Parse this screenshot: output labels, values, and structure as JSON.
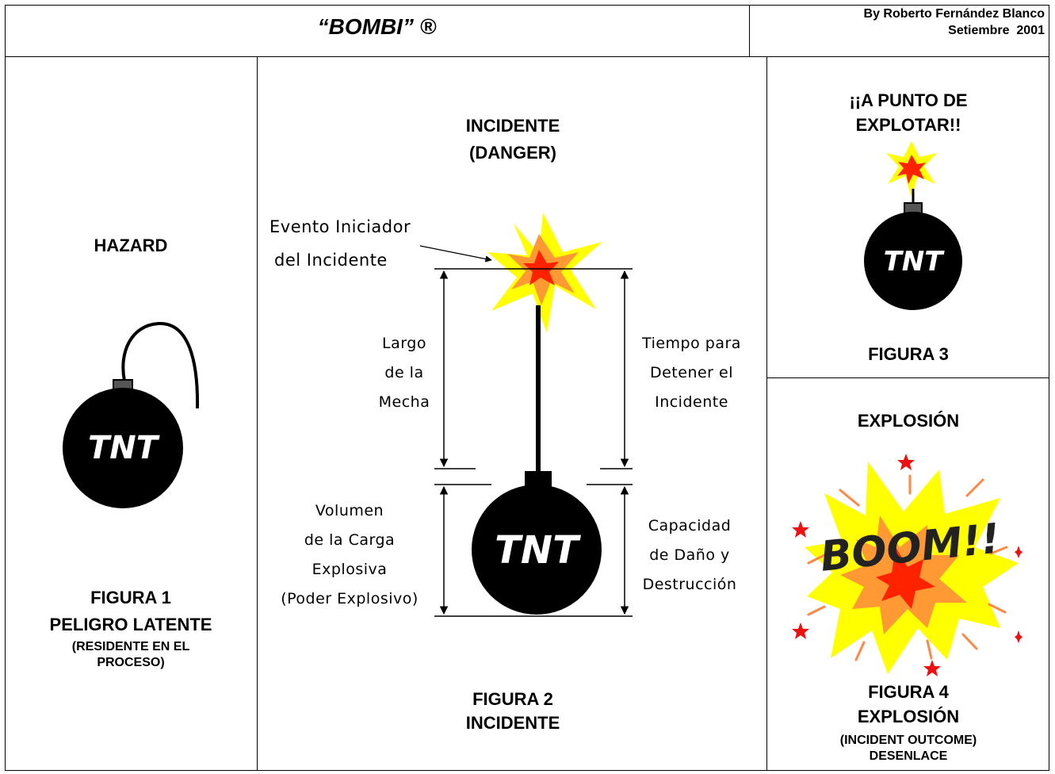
{
  "header": {
    "title": "“BOMBI” ®",
    "author": "By Roberto Fernández Blanco",
    "date": "Setiembre  2001"
  },
  "figure1": {
    "heading": "HAZARD",
    "bomb_label": "TNT",
    "caption_line1": "FIGURA 1",
    "caption_line2": "PELIGRO LATENTE",
    "caption_line3": "(RESIDENTE EN EL",
    "caption_line4": "PROCESO)"
  },
  "figure2": {
    "heading_line1": "INCIDENTE",
    "heading_line2": "(DANGER)",
    "event_line1": "Evento Iniciador",
    "event_line2": "del Incidente",
    "fuse_line1": "Largo",
    "fuse_line2": "de la",
    "fuse_line3": "Mecha",
    "time_line1": "Tiempo para",
    "time_line2": "Detener el",
    "time_line3": "Incidente",
    "charge_line1": "Volumen",
    "charge_line2": "de la Carga",
    "charge_line3": "Explosiva",
    "charge_line4": "(Poder Explosivo)",
    "damage_line1": "Capacidad",
    "damage_line2": "de Daño y",
    "damage_line3": "Destrucción",
    "bomb_label": "TNT",
    "caption_line1": "FIGURA 2",
    "caption_line2": "INCIDENTE"
  },
  "figure3": {
    "heading_line1": "¡¡A PUNTO DE",
    "heading_line2": "EXPLOTAR!!",
    "bomb_label": "TNT",
    "caption": "FIGURA 3"
  },
  "figure4": {
    "heading": "EXPLOSIÓN",
    "boom_text": "BOOM!!",
    "caption_line1": "FIGURA 4",
    "caption_line2": "EXPLOSIÓN",
    "caption_line3": "(INCIDENT OUTCOME)",
    "caption_line4": "DESENLACE"
  },
  "colors": {
    "bomb": "#000000",
    "flash_outer": "#ffff00",
    "flash_mid": "#ff9933",
    "flash_core": "#ff2200",
    "spark": "#ee1111"
  },
  "icons": [
    "bomb-icon",
    "explosion-icon",
    "spark-icon",
    "arrow-icon"
  ]
}
